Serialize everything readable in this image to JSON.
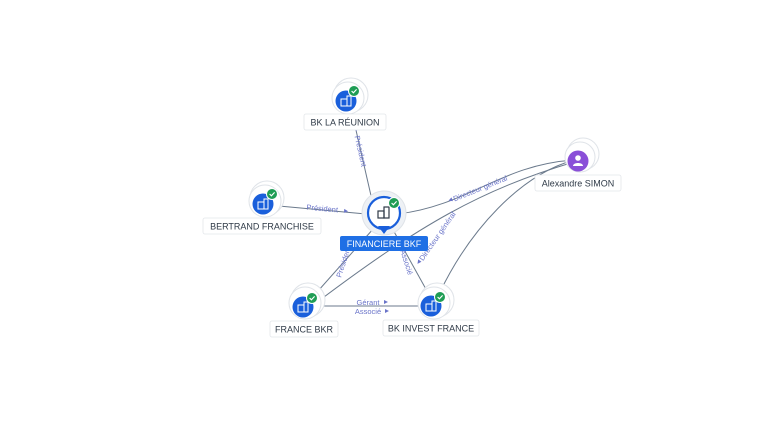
{
  "colors": {
    "company_node": "#1a5fdb",
    "person_node": "#8a4fd8",
    "check_badge": "#1f9d55",
    "center_label_bg": "#1f6fe5",
    "edge": "#6b7a8c",
    "edge_label": "#6a74c9"
  },
  "nodes": {
    "center": {
      "label": "FINANCIERE BKF",
      "icon": "building-icon",
      "verified": true
    },
    "bk_la_reunion": {
      "label": "BK LA RÉUNION",
      "icon": "building-icon",
      "verified": true
    },
    "bertrand_franchise": {
      "label": "BERTRAND FRANCHISE",
      "icon": "building-icon",
      "verified": true
    },
    "france_bkr": {
      "label": "FRANCE BKR",
      "icon": "building-icon",
      "verified": true
    },
    "bk_invest_france": {
      "label": "BK INVEST FRANCE",
      "icon": "building-icon",
      "verified": true
    },
    "alexandre_simon": {
      "label": "Alexandre SIMON",
      "icon": "person-icon",
      "verified": false
    }
  },
  "edges": {
    "reunion": {
      "label": "Président"
    },
    "bertrand": {
      "label": "Président"
    },
    "france_bkr": {
      "label": "Président"
    },
    "bk_invest": {
      "label": "Associé"
    },
    "simon_center": {
      "label": "Directeur général"
    },
    "simon_bkinvest": {
      "label": "Directeur général"
    },
    "bkr_bkinvest": {
      "label_1": "Gérant",
      "label_2": "Associé"
    }
  }
}
